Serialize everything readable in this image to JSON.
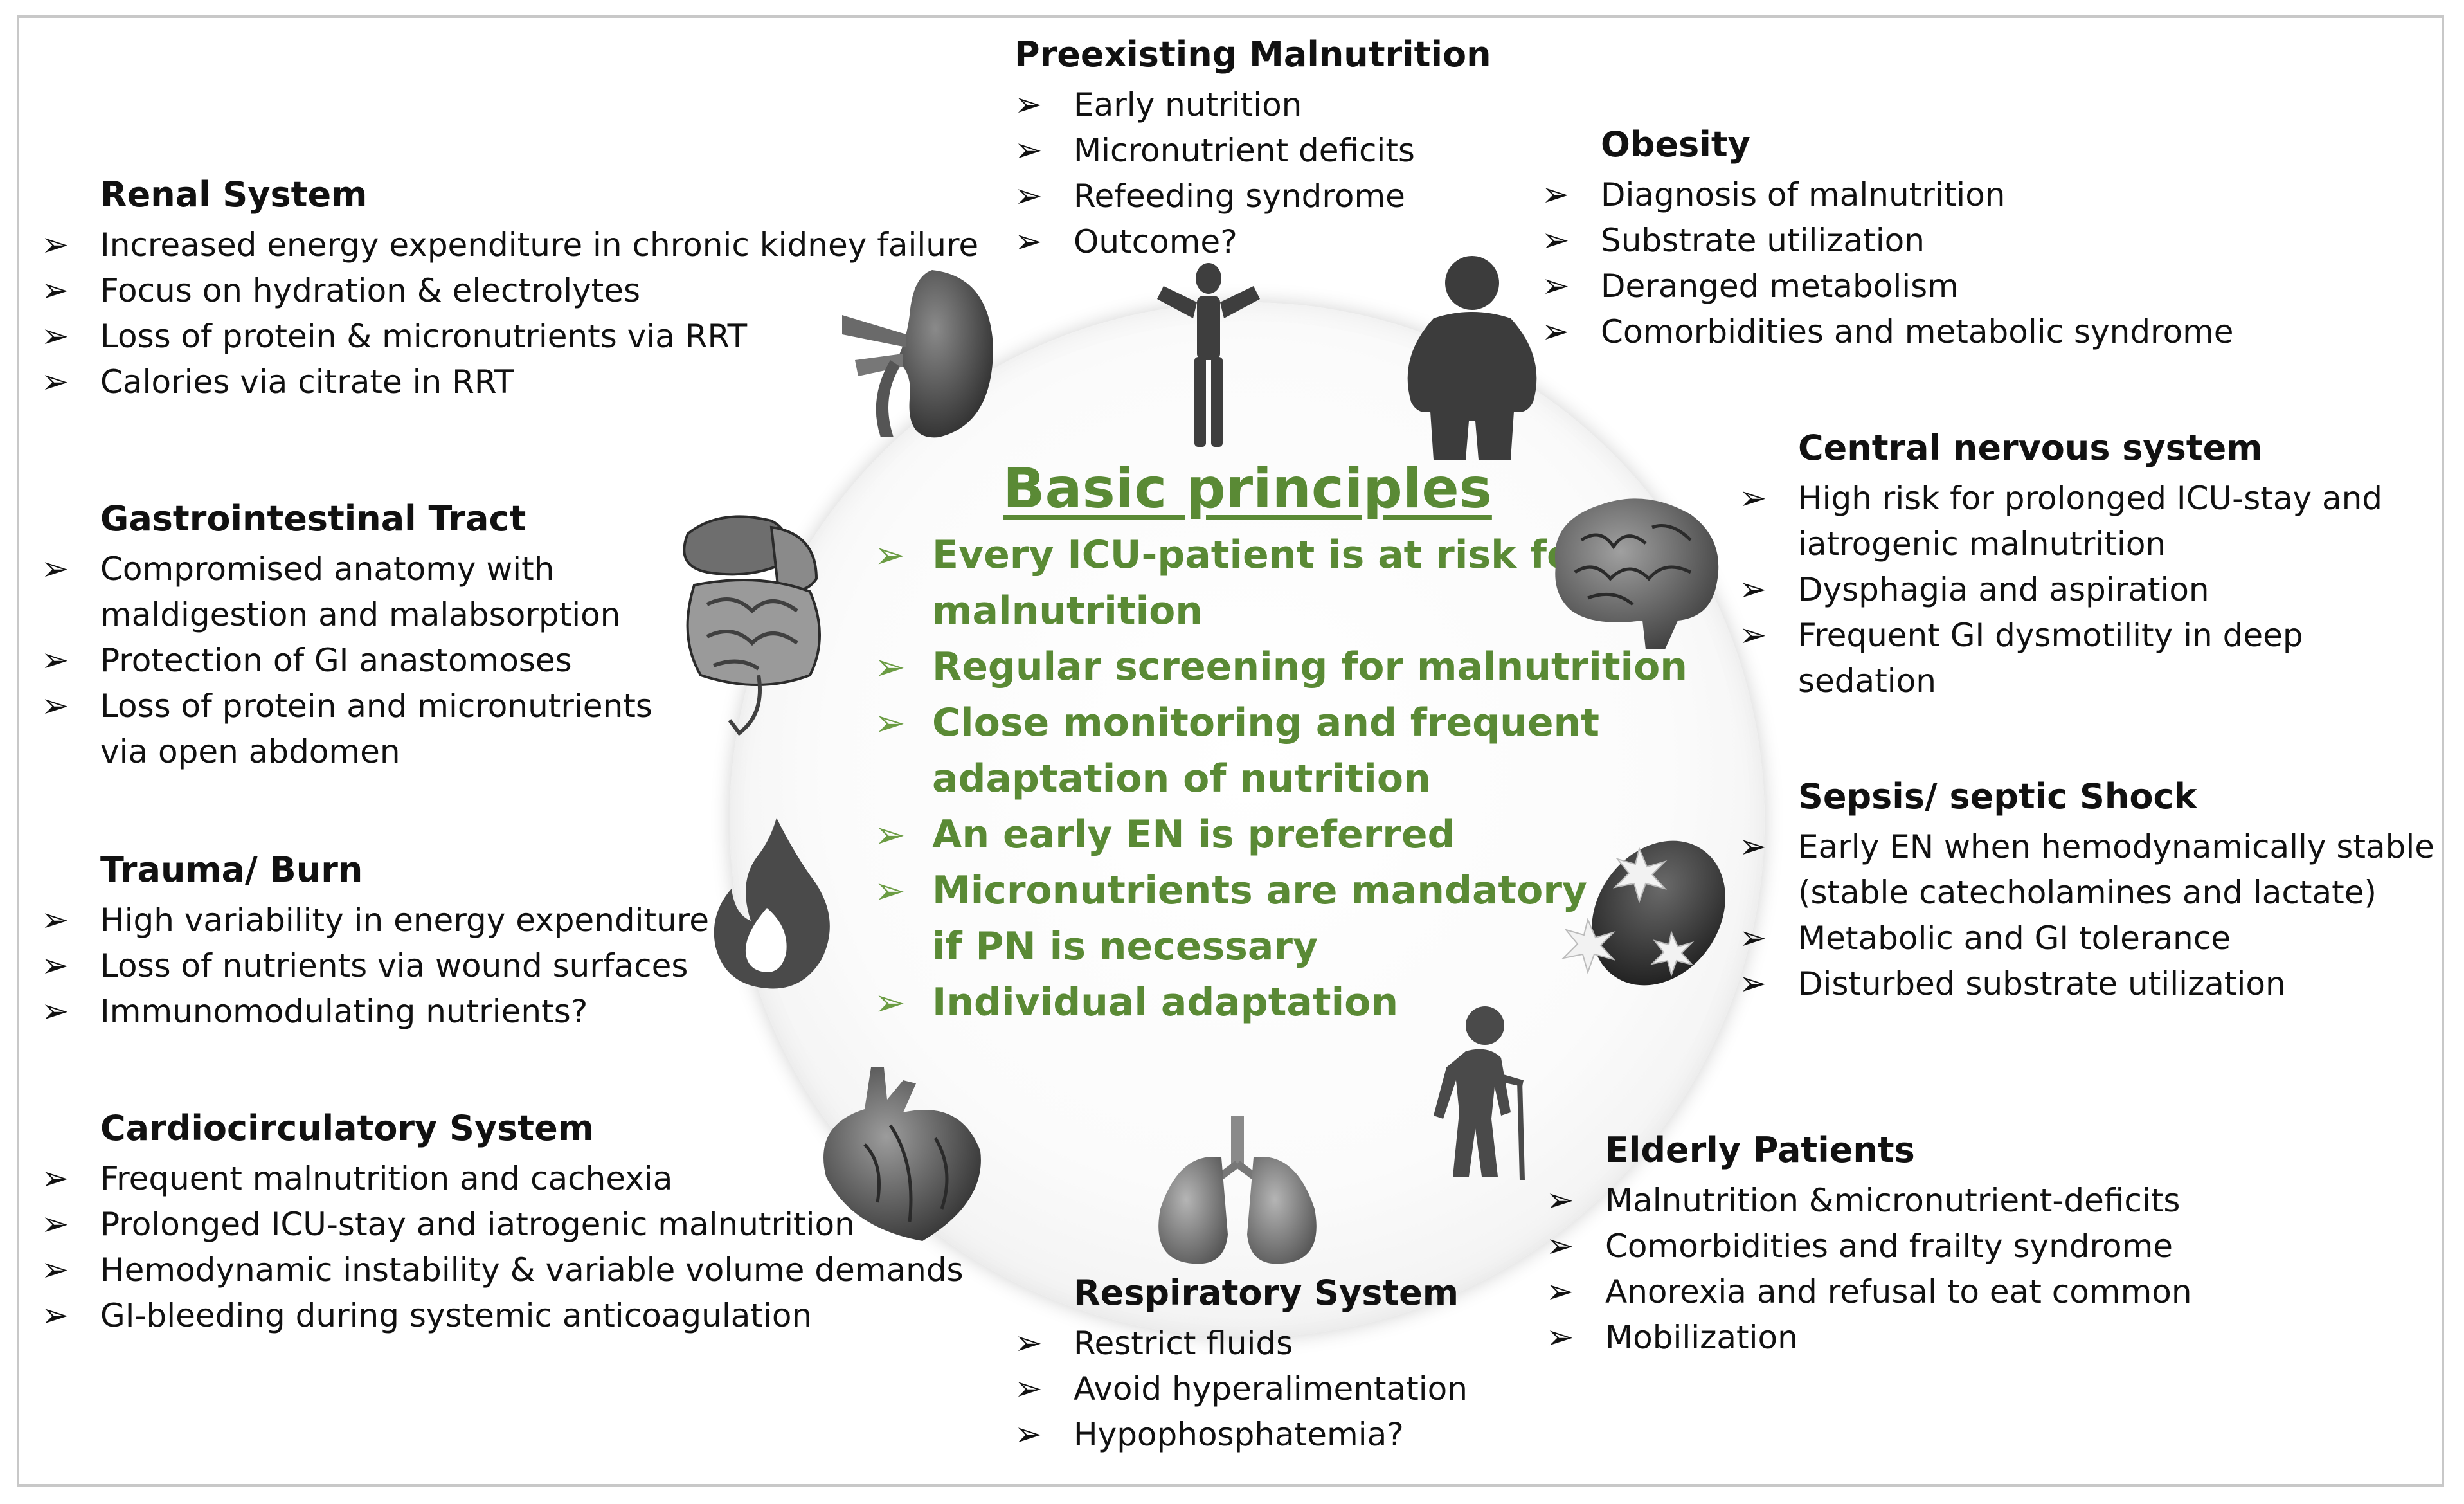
{
  "center": {
    "title": "Basic principles",
    "items": [
      "Every ICU-patient is at risk for\nmalnutrition",
      "Regular screening for malnutrition",
      "Close monitoring and frequent\nadaptation of nutrition",
      "An early EN is preferred",
      "Micronutrients are mandatory\n if PN is necessary",
      "Individual adaptation"
    ]
  },
  "sections": {
    "preexisting": {
      "title": "Preexisting Malnutrition",
      "items": [
        "Early nutrition",
        "Micronutrient deficits",
        "Refeeding syndrome",
        "Outcome?"
      ]
    },
    "obesity": {
      "title": "Obesity",
      "items": [
        "Diagnosis of malnutrition",
        "Substrate utilization",
        "Deranged metabolism",
        "Comorbidities and metabolic syndrome"
      ]
    },
    "renal": {
      "title": "Renal System",
      "items": [
        "Increased energy expenditure in chronic kidney failure",
        "Focus on hydration & electrolytes",
        "Loss of protein & micronutrients via RRT",
        "Calories via citrate in RRT"
      ]
    },
    "cns": {
      "title": "Central nervous system",
      "items": [
        "High risk for prolonged ICU-stay and\niatrogenic malnutrition",
        "Dysphagia and aspiration",
        "Frequent GI dysmotility in deep\nsedation"
      ]
    },
    "gi": {
      "title": "Gastrointestinal Tract",
      "items": [
        "Compromised anatomy with\nmaldigestion and malabsorption",
        "Protection of GI anastomoses",
        "Loss of protein and micronutrients\nvia open abdomen"
      ]
    },
    "sepsis": {
      "title": "Sepsis/ septic Shock",
      "items": [
        "Early EN when hemodynamically stable\n(stable catecholamines and lactate)",
        "Metabolic and GI tolerance",
        "Disturbed substrate utilization"
      ]
    },
    "trauma": {
      "title": "Trauma/ Burn",
      "items": [
        "High variability in energy expenditure",
        "Loss of nutrients via wound surfaces",
        "Immunomodulating nutrients?"
      ]
    },
    "cardio": {
      "title": "Cardiocirculatory System",
      "items": [
        "Frequent malnutrition and cachexia",
        "Prolonged ICU-stay and iatrogenic malnutrition",
        "Hemodynamic instability & variable volume demands",
        "GI-bleeding during systemic anticoagulation"
      ]
    },
    "elderly": {
      "title": "Elderly Patients",
      "items": [
        "Malnutrition &micronutrient-deficits",
        "Comorbidities and frailty syndrome",
        "Anorexia and refusal to eat common",
        "Mobilization"
      ]
    },
    "respiratory": {
      "title": "Respiratory System",
      "items": [
        "Restrict fluids",
        "Avoid hyperalimentation",
        "Hypophosphatemia?"
      ]
    }
  },
  "arrow_glyph": "➢",
  "colors": {
    "accent_green": "#5a8a35",
    "text": "#111111",
    "icon_gray": "#4a4a4a"
  },
  "icons": [
    "human-figure-icon",
    "obese-person-icon",
    "kidney-icon",
    "brain-icon",
    "digestive-tract-icon",
    "bacteria-icon",
    "flame-icon",
    "elderly-person-icon",
    "heart-icon",
    "lungs-icon"
  ]
}
